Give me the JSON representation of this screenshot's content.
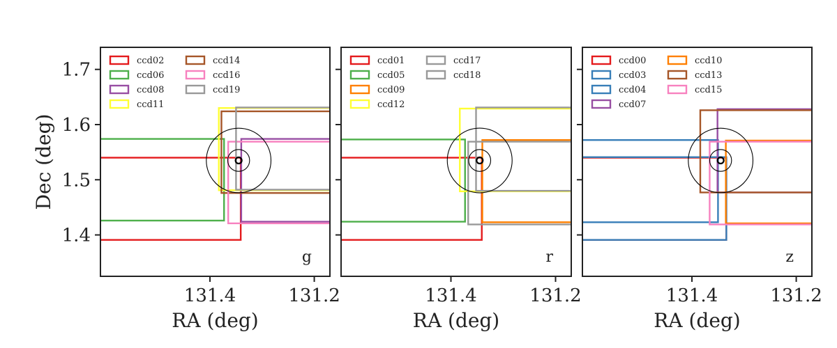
{
  "chart_data": [
    {
      "type": "line",
      "xlabel": "RA (deg)",
      "ylabel": "Dec (deg)",
      "band": "g",
      "xlim": [
        131.61,
        131.17
      ],
      "ylim": [
        1.325,
        1.74
      ],
      "xticks": [
        {
          "value": 131.4,
          "label": "131.4"
        },
        {
          "value": 131.2,
          "label": "131.2"
        }
      ],
      "yticks": [
        {
          "value": 1.4,
          "label": "1.4"
        },
        {
          "value": 1.5,
          "label": "1.5"
        },
        {
          "value": 1.6,
          "label": "1.6"
        },
        {
          "value": 1.7,
          "label": "1.7"
        }
      ],
      "circles": {
        "center": [
          131.345,
          1.535
        ],
        "radii": [
          0.062,
          0.021,
          0.006
        ]
      },
      "ccds": [
        {
          "name": "ccd02",
          "color": "#e41a1c",
          "ra": [
            131.66,
            131.341
          ],
          "dec": [
            1.391,
            1.54
          ]
        },
        {
          "name": "ccd06",
          "color": "#4daf4a",
          "ra": [
            131.66,
            131.373
          ],
          "dec": [
            1.426,
            1.574
          ]
        },
        {
          "name": "ccd08",
          "color": "#984ea3",
          "ra": [
            131.34,
            131.12
          ],
          "dec": [
            1.424,
            1.574
          ]
        },
        {
          "name": "ccd11",
          "color": "#ffff33",
          "ra": [
            131.383,
            131.12
          ],
          "dec": [
            1.481,
            1.63
          ]
        },
        {
          "name": "ccd14",
          "color": "#a65628",
          "ra": [
            131.378,
            131.12
          ],
          "dec": [
            1.476,
            1.624
          ]
        },
        {
          "name": "ccd16",
          "color": "#f781bf",
          "ra": [
            131.365,
            131.12
          ],
          "dec": [
            1.421,
            1.569
          ]
        },
        {
          "name": "ccd19",
          "color": "#999999",
          "ra": [
            131.35,
            131.12
          ],
          "dec": [
            1.482,
            1.631
          ]
        }
      ]
    },
    {
      "type": "line",
      "xlabel": "RA (deg)",
      "band": "r",
      "xlim": [
        131.61,
        131.17
      ],
      "ylim": [
        1.325,
        1.74
      ],
      "xticks": [
        {
          "value": 131.4,
          "label": "131.4"
        },
        {
          "value": 131.2,
          "label": "131.2"
        }
      ],
      "circles": {
        "center": [
          131.345,
          1.535
        ],
        "radii": [
          0.062,
          0.021,
          0.006
        ]
      },
      "ccds": [
        {
          "name": "ccd01",
          "color": "#e41a1c",
          "ra": [
            131.66,
            131.341
          ],
          "dec": [
            1.391,
            1.54
          ]
        },
        {
          "name": "ccd05",
          "color": "#4daf4a",
          "ra": [
            131.66,
            131.373
          ],
          "dec": [
            1.424,
            1.573
          ]
        },
        {
          "name": "ccd09",
          "color": "#ff7f00",
          "ra": [
            131.34,
            131.12
          ],
          "dec": [
            1.423,
            1.572
          ]
        },
        {
          "name": "ccd12",
          "color": "#ffff33",
          "ra": [
            131.383,
            131.12
          ],
          "dec": [
            1.479,
            1.629
          ]
        },
        {
          "name": "ccd17",
          "color": "#999999",
          "ra": [
            131.352,
            131.12
          ],
          "dec": [
            1.48,
            1.631
          ]
        },
        {
          "name": "ccd18",
          "color": "#999999",
          "ra": [
            131.367,
            131.12
          ],
          "dec": [
            1.419,
            1.569
          ]
        }
      ]
    },
    {
      "type": "line",
      "xlabel": "RA (deg)",
      "band": "z",
      "xlim": [
        131.61,
        131.17
      ],
      "ylim": [
        1.325,
        1.74
      ],
      "xticks": [
        {
          "value": 131.4,
          "label": "131.4"
        },
        {
          "value": 131.2,
          "label": "131.2"
        }
      ],
      "circles": {
        "center": [
          131.345,
          1.535
        ],
        "radii": [
          0.062,
          0.021,
          0.006
        ]
      },
      "ccds": [
        {
          "name": "ccd00",
          "color": "#e41a1c",
          "ra": [
            131.66,
            131.334
          ],
          "dec": [
            1.391,
            1.54
          ]
        },
        {
          "name": "ccd03",
          "color": "#377eb8",
          "ra": [
            131.66,
            131.35
          ],
          "dec": [
            1.423,
            1.572
          ]
        },
        {
          "name": "ccd04",
          "color": "#377eb8",
          "ra": [
            131.66,
            131.334
          ],
          "dec": [
            1.391,
            1.541
          ]
        },
        {
          "name": "ccd07",
          "color": "#984ea3",
          "ra": [
            131.351,
            131.12
          ],
          "dec": [
            1.477,
            1.628
          ]
        },
        {
          "name": "ccd10",
          "color": "#ff7f00",
          "ra": [
            131.335,
            131.12
          ],
          "dec": [
            1.421,
            1.571
          ]
        },
        {
          "name": "ccd13",
          "color": "#a65628",
          "ra": [
            131.384,
            131.12
          ],
          "dec": [
            1.477,
            1.626
          ]
        },
        {
          "name": "ccd15",
          "color": "#f781bf",
          "ra": [
            131.366,
            131.12
          ],
          "dec": [
            1.419,
            1.569
          ]
        }
      ]
    }
  ]
}
